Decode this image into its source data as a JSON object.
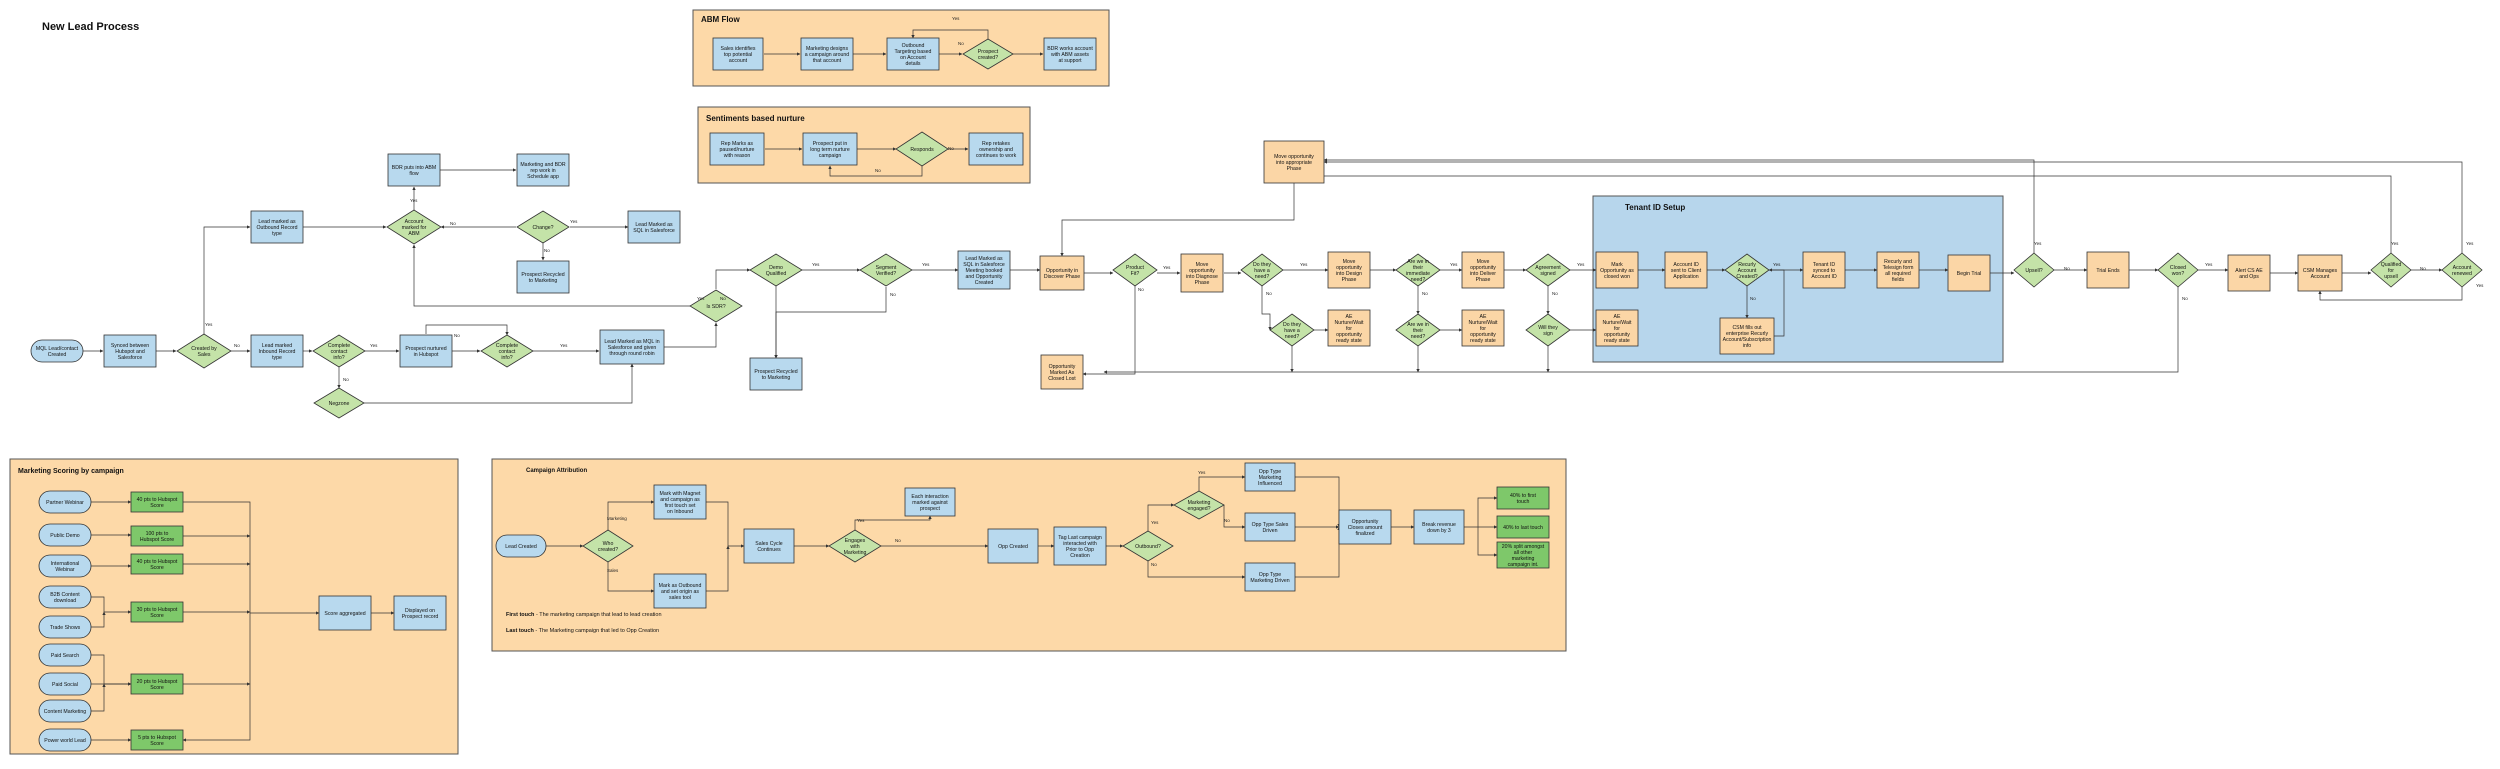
{
  "title": "New Lead Process",
  "colors": {
    "blue": "#b8d9ee",
    "green": "#c4e3a8",
    "orange": "#fbd6a6",
    "panel": "#fdd9a8",
    "tenant": "#b7d6ec",
    "green_dark": "#7ec86a",
    "stroke": "#333333"
  },
  "panels": [
    {
      "id": "abm",
      "title": "ABM Flow"
    },
    {
      "id": "sentiment",
      "title": "Sentiments based nurture"
    },
    {
      "id": "tenant",
      "title": "Tenant ID Setup"
    },
    {
      "id": "scoring",
      "title": "Marketing Scoring by campaign"
    },
    {
      "id": "attribution",
      "title": "Campaign Attribution"
    }
  ],
  "nodes": [
    {
      "id": "abm1",
      "text": "Sales identifies top potential account"
    },
    {
      "id": "abm2",
      "text": "Marketing designs a campaign around that account"
    },
    {
      "id": "abm3",
      "text": "Outbound Targeting based on Account details"
    },
    {
      "id": "abm4",
      "text": "Prospect created?"
    },
    {
      "id": "abm5",
      "text": "BDR works account with ABM assets at support"
    },
    {
      "id": "sn1",
      "text": "Rep Marks as paused/nurture with reason"
    },
    {
      "id": "sn2",
      "text": "Prospect put in long term nurture campaign"
    },
    {
      "id": "sn3",
      "text": "Responds"
    },
    {
      "id": "sn4",
      "text": "Rep retakes ownership and continues to work"
    },
    {
      "id": "mql",
      "text": "MQL Lead/contact Created"
    },
    {
      "id": "sync",
      "text": "Synced between Hubspot and Salesforce"
    },
    {
      "id": "created",
      "text": "Created by Sales"
    },
    {
      "id": "outbound",
      "text": "Lead marked as Outbound Record type"
    },
    {
      "id": "inbound",
      "text": "Lead marked Inbound Record type"
    },
    {
      "id": "bdrabm",
      "text": "BDR puts into ABM flow"
    },
    {
      "id": "acctabm",
      "text": "Account marked for ABM"
    },
    {
      "id": "mktbdr",
      "text": "Marketing and BDR rep work in Schedule app"
    },
    {
      "id": "change",
      "text": "Change?"
    },
    {
      "id": "recycled1",
      "text": "Prospect Recycled to Marketing"
    },
    {
      "id": "leadsql",
      "text": "Lead Marked as SQL in Salesforce"
    },
    {
      "id": "complete1",
      "text": "Complete contact info?"
    },
    {
      "id": "nurtured",
      "text": "Prospect nurtured in Hubspot"
    },
    {
      "id": "complete2",
      "text": "Complete contact info?"
    },
    {
      "id": "negzone",
      "text": "Negzone"
    },
    {
      "id": "leadmql",
      "text": "Lead Marked as MQL in Salesforce and given through round robin"
    },
    {
      "id": "sdr",
      "text": "Is SDR?"
    },
    {
      "id": "demo",
      "text": "Demo Qualified"
    },
    {
      "id": "segment",
      "text": "Segment Verified?"
    },
    {
      "id": "leadsql2",
      "text": "Lead Marked as SQL in Salesforce Meeting booked and Opportunity Created"
    },
    {
      "id": "recycled2",
      "text": "Prospect Recycled to Marketing"
    },
    {
      "id": "discover",
      "text": "Opportunity in Discover Phase"
    },
    {
      "id": "productfit",
      "text": "Product Fit?"
    },
    {
      "id": "closedlost",
      "text": "Opportunity Marked As Closed Lost"
    },
    {
      "id": "moveappr",
      "text": "Move opportunity into appropriate Phase"
    },
    {
      "id": "movediag",
      "text": "Move opportunity into Diagnose Phase"
    },
    {
      "id": "doneed",
      "text": "Do they have a need?"
    },
    {
      "id": "doneed2",
      "text": "Do they have a need?"
    },
    {
      "id": "nurture1",
      "text": "AE Nurture/Wait for opportunity ready state"
    },
    {
      "id": "movedesign",
      "text": "Move opportunity into Design Phase"
    },
    {
      "id": "immediate",
      "text": "Are we in their immediate need?"
    },
    {
      "id": "immediate2",
      "text": "Are we in their need?"
    },
    {
      "id": "nurture2",
      "text": "AE Nurture/Wait for opportunity ready state"
    },
    {
      "id": "movedeliver",
      "text": "Move opportunity into Deliver Phase"
    },
    {
      "id": "agreement",
      "text": "Agreement signed"
    },
    {
      "id": "willsign",
      "text": "Will they sign"
    },
    {
      "id": "nurture3",
      "text": "AE Nurture/Wait for opportunity ready state"
    },
    {
      "id": "markwon",
      "text": "Mark Opportunity as closed won"
    },
    {
      "id": "acctsent",
      "text": "Account ID sent to Client Application"
    },
    {
      "id": "recurly",
      "text": "Recurly Account Created?"
    },
    {
      "id": "csmfill",
      "text": "CSM fills out enterprise Recurly Account/Subscription info"
    },
    {
      "id": "tenantsync",
      "text": "Tenant ID synced to Account ID"
    },
    {
      "id": "telesign",
      "text": "Recurly and Telesign form all required fields"
    },
    {
      "id": "begintrial",
      "text": "Begin Trial"
    },
    {
      "id": "upsell",
      "text": "Upsell?"
    },
    {
      "id": "trialends",
      "text": "Trial Ends"
    },
    {
      "id": "closedwon",
      "text": "Closed won?"
    },
    {
      "id": "alertcs",
      "text": "Alert CS AE and Ops"
    },
    {
      "id": "csm",
      "text": "CSM Manages Account"
    },
    {
      "id": "qualupsell",
      "text": "Qualified for upsell"
    },
    {
      "id": "acctrenew",
      "text": "Account renewed"
    },
    {
      "id": "partner",
      "text": "Partner Webinar"
    },
    {
      "id": "public",
      "text": "Public Demo"
    },
    {
      "id": "intl",
      "text": "International Webinar"
    },
    {
      "id": "b2b",
      "text": "B2B Content download"
    },
    {
      "id": "trade",
      "text": "Trade Shows"
    },
    {
      "id": "paidsearch",
      "text": "Paid Search"
    },
    {
      "id": "paidsocial",
      "text": "Paid Social"
    },
    {
      "id": "content",
      "text": "Content Marketing"
    },
    {
      "id": "powerlead",
      "text": "Power world Lead"
    },
    {
      "id": "s40a",
      "text": "40 pts to Hubspot Score"
    },
    {
      "id": "s100",
      "text": "100 pts to Hubspot Score"
    },
    {
      "id": "s40b",
      "text": "40 pts to Hubspot Score"
    },
    {
      "id": "s30",
      "text": "30 pts to Hubspot Score"
    },
    {
      "id": "s20",
      "text": "20 pts to Hubspot Score"
    },
    {
      "id": "s5",
      "text": "5 pts to Hubspot Score"
    },
    {
      "id": "scoreagg",
      "text": "Score aggregated"
    },
    {
      "id": "displayed",
      "text": "Displayed on Prospect record"
    },
    {
      "id": "leadcreated",
      "text": "Lead Created"
    },
    {
      "id": "whocreated",
      "text": "Who created?"
    },
    {
      "id": "markmagnet",
      "text": "Mark with Magnet and campaign as first touch set on Inbound"
    },
    {
      "id": "markoutbound",
      "text": "Mark as Outbound and set origin as sales tool"
    },
    {
      "id": "salescycle",
      "text": "Sales Cycle Continues"
    },
    {
      "id": "engaged",
      "text": "Engages with Marketing"
    },
    {
      "id": "interaction",
      "text": "Each interaction marked against prospect"
    },
    {
      "id": "oppcreated",
      "text": "Opp Created"
    },
    {
      "id": "taglast",
      "text": "Tag Last campaign interacted with Prior to Opp Creation"
    },
    {
      "id": "outboundq",
      "text": "Outbound?"
    },
    {
      "id": "mktengaged",
      "text": "Marketing engaged?"
    },
    {
      "id": "oppmkt",
      "text": "Opp Type Marketing Influenced"
    },
    {
      "id": "oppsales",
      "text": "Opp Type Sales Driven"
    },
    {
      "id": "oppmktdriven",
      "text": "Opp Type Marketing Driven"
    },
    {
      "id": "oppclosed",
      "text": "Opportunity Closes amount finalized"
    },
    {
      "id": "breakrev",
      "text": "Break revenue down by 3"
    },
    {
      "id": "firsttouch",
      "text": "40% to first touch"
    },
    {
      "id": "lasttouch",
      "text": "40% to last touch"
    },
    {
      "id": "split",
      "text": "20% split amongst all other marketing campaign int."
    }
  ],
  "edge_labels": {
    "yes": "Yes",
    "no": "No",
    "marketing": "Marketing",
    "sales": "Sales"
  },
  "notes": {
    "first_bold": "First touch",
    "first_rest": " - The marketing campaign that lead to lead creation",
    "last_bold": "Last touch",
    "last_rest": " - The Marketing campaign that led to Opp Creation"
  }
}
